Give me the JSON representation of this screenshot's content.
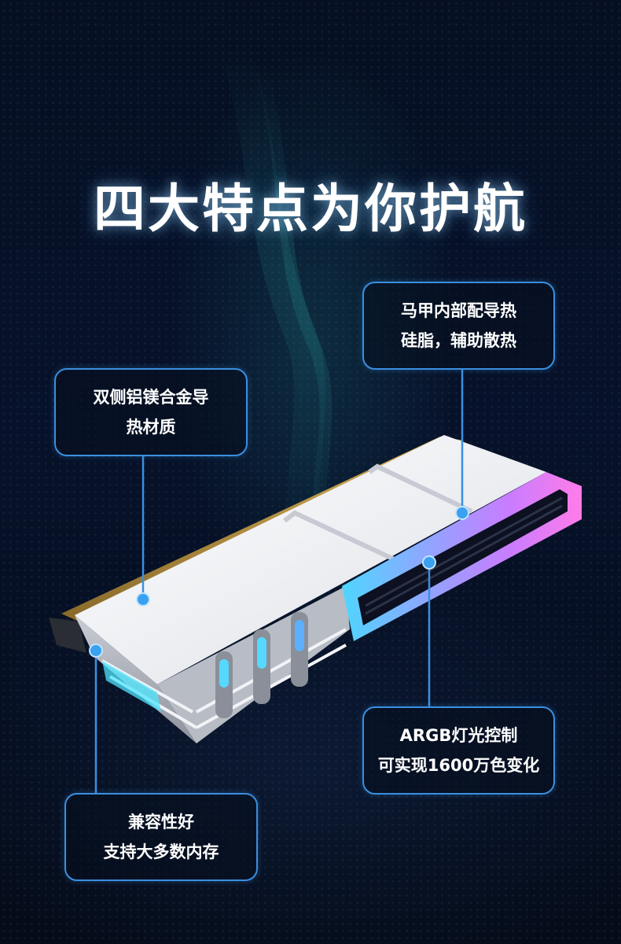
{
  "headline": "四大特点为你护航",
  "colors": {
    "background": "#050c1a",
    "callout_border": "#3a8fe0",
    "leader_line": "#3a8fe0",
    "text": "#ffffff"
  },
  "features": [
    {
      "line1": "双侧铝镁合金导",
      "line2": "热材质"
    },
    {
      "line1": "马甲内部配导热",
      "line2": "硅脂，辅助散热"
    },
    {
      "line1": "ARGB灯光控制",
      "line2": "可实现1600万色变化"
    },
    {
      "line1": "兼容性好",
      "line2": "支持大多数内存"
    }
  ]
}
